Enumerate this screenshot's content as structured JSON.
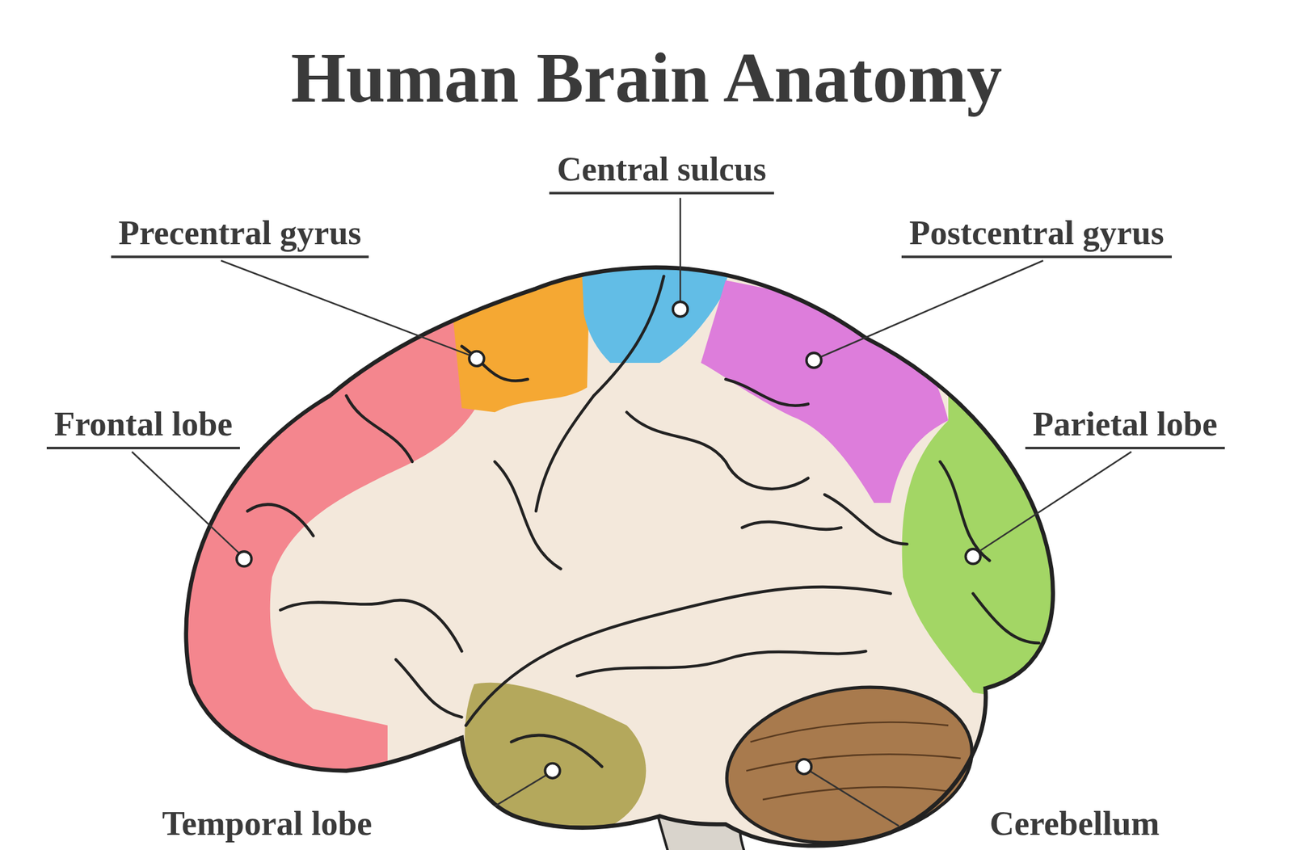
{
  "diagram": {
    "title": "Human Brain Anatomy",
    "labels": [
      "Central sulcus",
      "Precentral gyrus",
      "Postcentral gyrus",
      "Frontal lobe",
      "Parietal lobe",
      "Temporal lobe",
      "Cerebellum"
    ]
  }
}
